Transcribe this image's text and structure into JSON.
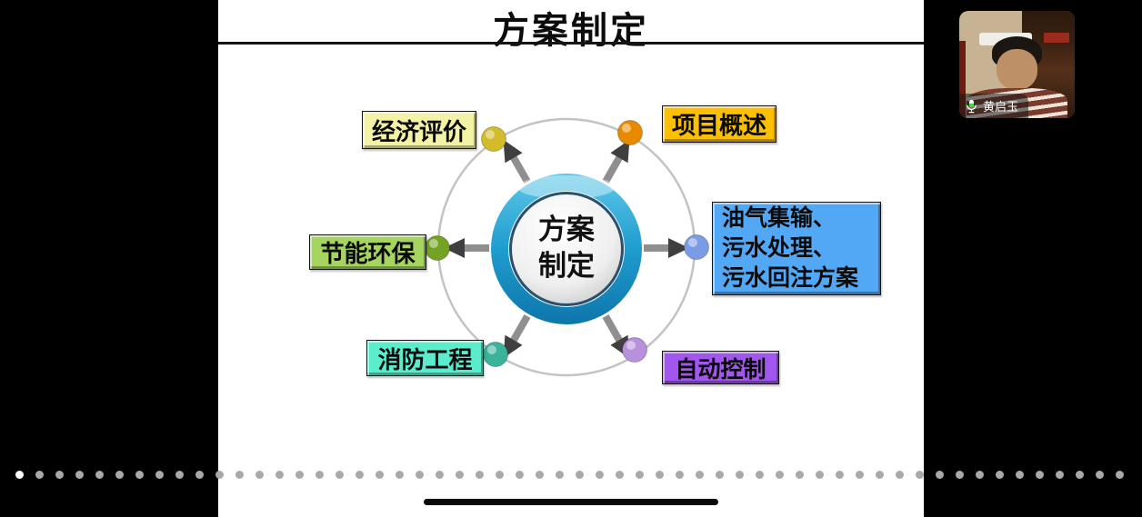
{
  "slide": {
    "title": "方案制定",
    "hub": {
      "line1": "方案",
      "line2": "制定"
    },
    "ring_color": "#c3c3c3",
    "arrow_color": "#8f8f8f",
    "arrowhead_color": "#3f3f3f",
    "nodes": [
      {
        "label": "经济评价",
        "box_color": "#f4f3a5",
        "dot_color": "#d2bc2b"
      },
      {
        "label": "项目概述",
        "box_color": "#fdbf01",
        "dot_color": "#e78a00"
      },
      {
        "lines": [
          "油气集输、",
          "污水处理、",
          "污水回注方案"
        ],
        "box_color": "#53a8f5",
        "dot_color": "#7b9be4"
      },
      {
        "label": "节能环保",
        "box_color": "#a5d45f",
        "dot_color": "#74a324"
      },
      {
        "label": "消防工程",
        "box_color": "#5aeccd",
        "dot_color": "#3ab39b"
      },
      {
        "label": "自动控制",
        "box_color": "#a156ee",
        "dot_color": "#b891dd"
      }
    ]
  },
  "participant": {
    "name": "黄启玉",
    "mic": "on",
    "mic_icon_color": "#4cd24c"
  },
  "page_indicator": {
    "count": 56,
    "active_index": 0,
    "active_color": "#ffffff",
    "dot_color": "#a9a9a9"
  }
}
